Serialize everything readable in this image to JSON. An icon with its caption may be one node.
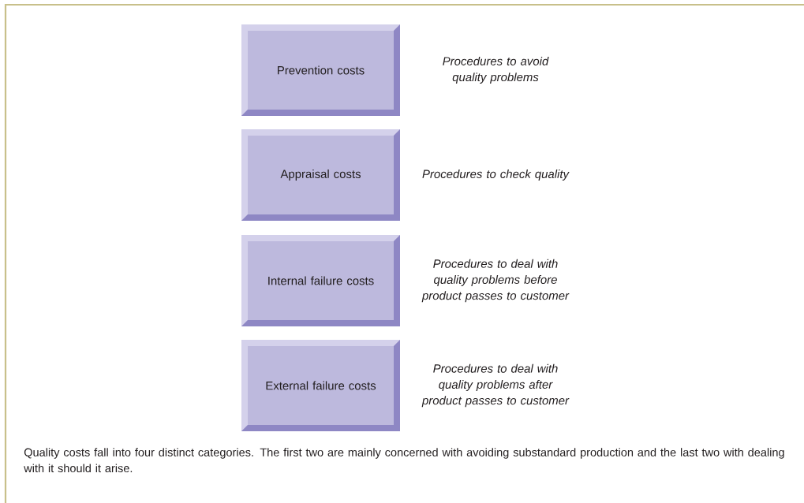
{
  "diagram": {
    "nodes": [
      {
        "text": [
          "Prevention costs"
        ],
        "beside": [
          "Procedures to avoid quality problems"
        ]
      },
      {
        "text": [
          "Appraisal costs"
        ],
        "beside": [
          "Procedures to check quality"
        ]
      },
      {
        "text": [
          "Internal failure costs"
        ],
        "beside": [
          "Procedures to deal with quality problems before product passes to customer"
        ]
      },
      {
        "text": [
          "External failure costs"
        ],
        "beside": [
          "Procedures to deal with quality problems after product passes to customer"
        ]
      }
    ],
    "caption": "Quality costs fall into four distinct categories. The first two are mainly concerned with avoiding substandard production and the last two with dealing with it should it arise."
  }
}
